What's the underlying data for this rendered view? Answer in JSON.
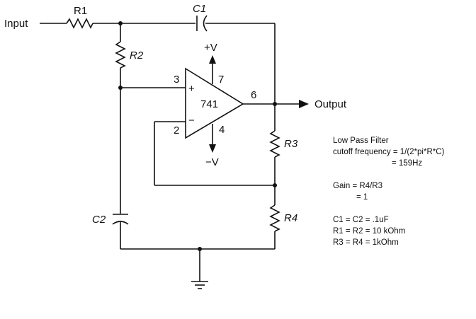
{
  "labels": {
    "input": "Input",
    "output": "Output",
    "r1": "R1",
    "r2": "R2",
    "r3": "R3",
    "r4": "R4",
    "c1": "C1",
    "c2": "C2",
    "opamp": "741",
    "plus_v": "+V",
    "minus_v": "−V",
    "pin3": "3",
    "pin2": "2",
    "pin7": "7",
    "pin4": "4",
    "pin6": "6",
    "plus_sign": "+",
    "minus_sign": "−"
  },
  "notes": {
    "line1": "Low Pass Filter",
    "line2": "cutoff frequency = 1/(2*pi*R*C)",
    "line3": "= 159Hz",
    "line4": "Gain = R4/R3",
    "line5": "= 1",
    "line6": "C1 = C2 = .1uF",
    "line7": "R1 = R2 = 10 kOhm",
    "line8": "R3 = R4 = 1kOhm"
  }
}
